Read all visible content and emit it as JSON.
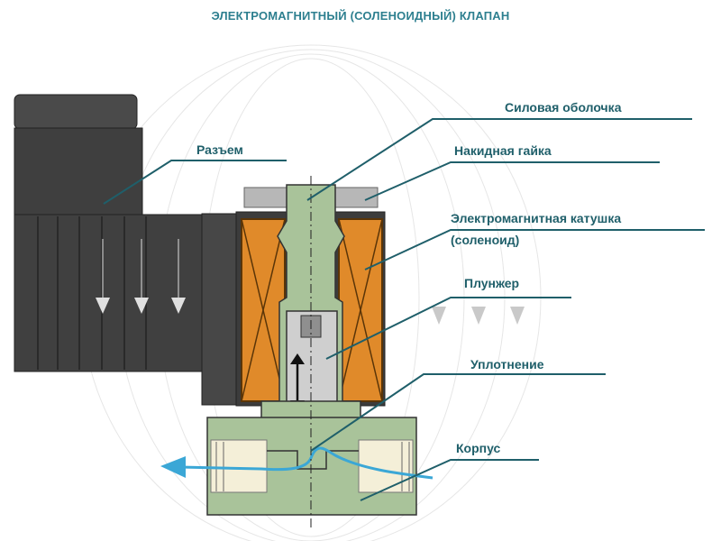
{
  "title": "ЭЛЕКТРОМАГНИТНЫЙ (СОЛЕНОИДНЫЙ) КЛАПАН",
  "labels": {
    "connector": "Разъем",
    "power_shell": "Силовая оболочка",
    "cap_nut": "Накидная гайка",
    "coil_line1": "Электромагнитная катушка",
    "coil_line2": "(соленоид)",
    "plunger": "Плунжер",
    "seal": "Уплотнение",
    "body": "Корпус"
  },
  "colors": {
    "title": "#2d7f8f",
    "label": "#1f5f6a",
    "leader": "#1f5f6a",
    "connector_body": "#4a4a4a",
    "coil": "#e08a2a",
    "valve_body": "#a9c39a",
    "flow": "#3ba7d6"
  }
}
